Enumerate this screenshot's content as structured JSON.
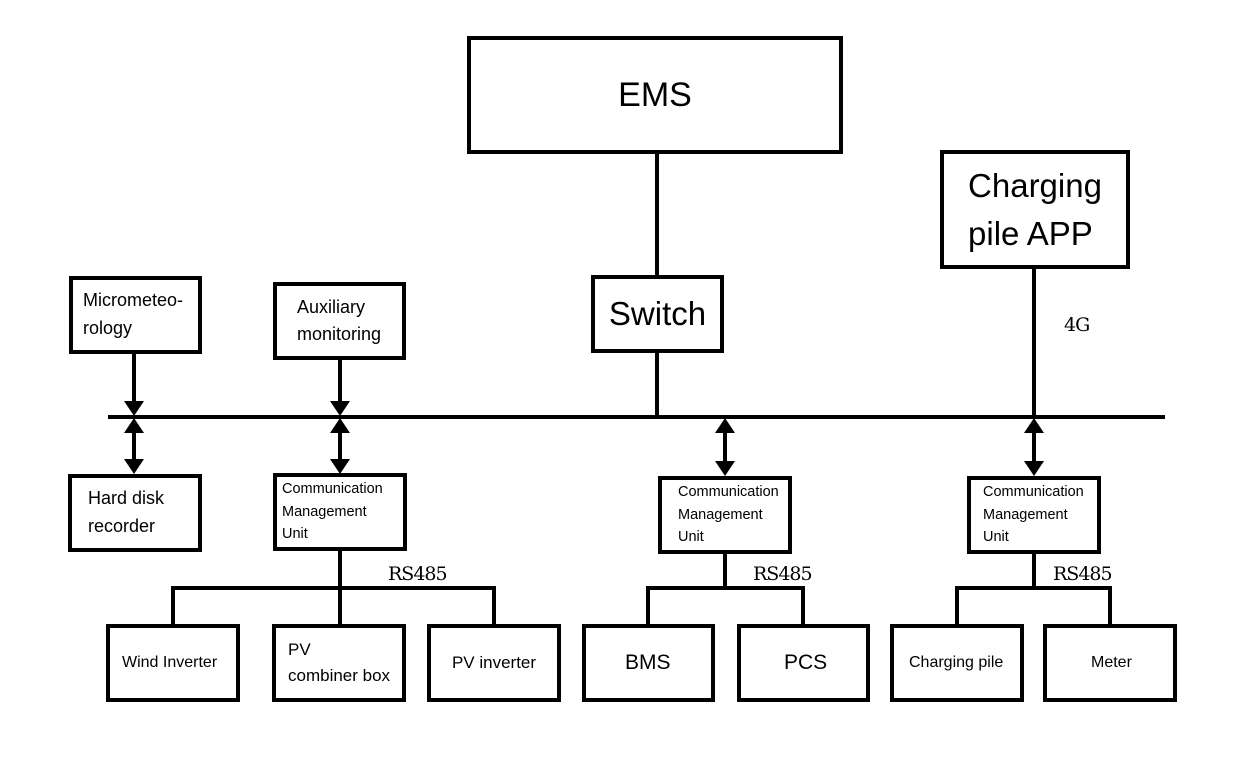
{
  "nodes": {
    "ems": "EMS",
    "charging_pile_app": "Charging\npile APP",
    "switch": "Switch",
    "micrometeorology": "Micrometeo-\nrology",
    "auxiliary_monitoring": "Auxiliary\nmonitoring",
    "hard_disk_recorder": "Hard disk\nrecorder",
    "cmu_left": "Communication\nManagement\nUnit",
    "cmu_middle": "Communication\nManagement\n Unit",
    "cmu_right": "Communication\nManagement\nUnit",
    "wind_inverter": "Wind Inverter",
    "pv_combiner_box": "PV\ncombiner box",
    "pv_inverter": "PV inverter",
    "bms": "BMS",
    "pcs": "PCS",
    "charging_pile": "Charging pile",
    "meter": "Meter"
  },
  "links": {
    "app_link": "4G",
    "rs485_left": "RS485",
    "rs485_middle": "RS485",
    "rs485_right": "RS485"
  }
}
